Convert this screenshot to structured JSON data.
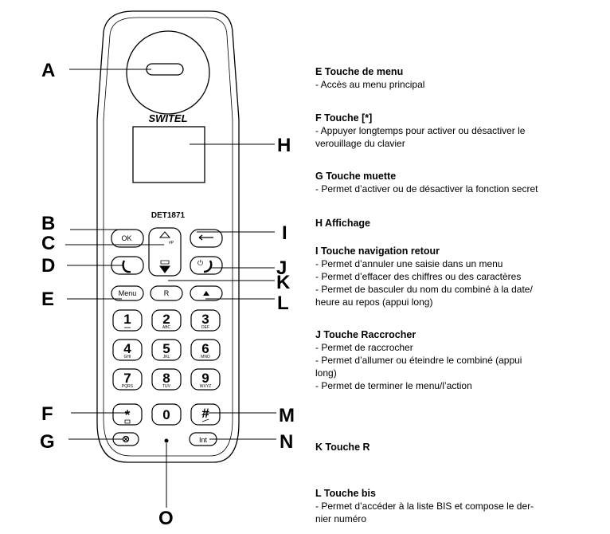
{
  "phone": {
    "brand": "SWITEL",
    "model": "DET1871",
    "keys": {
      "ok": "OK",
      "menu": "Menu",
      "r": "R",
      "int": "Int",
      "zero": "0",
      "star": "*",
      "hash": "#",
      "digits": [
        {
          "num": "1",
          "sub": ""
        },
        {
          "num": "2",
          "sub": "ABC"
        },
        {
          "num": "3",
          "sub": "DEF"
        },
        {
          "num": "4",
          "sub": "GHI"
        },
        {
          "num": "5",
          "sub": "JKL"
        },
        {
          "num": "6",
          "sub": "MNO"
        },
        {
          "num": "7",
          "sub": "PQRS"
        },
        {
          "num": "8",
          "sub": "TUV"
        },
        {
          "num": "9",
          "sub": "WXYZ"
        }
      ]
    }
  },
  "callouts": [
    "A",
    "B",
    "C",
    "D",
    "E",
    "F",
    "G",
    "H",
    "I",
    "J",
    "K",
    "L",
    "M",
    "N",
    "O"
  ],
  "legend": [
    {
      "title": "E Touche de menu",
      "lines": [
        "- Accès au menu principal"
      ]
    },
    {
      "title": "F Touche [*]",
      "lines": [
        "- Appuyer longtemps pour activer ou désactiver le",
        "verouillage du clavier"
      ]
    },
    {
      "title": "G Touche muette",
      "lines": [
        "- Permet d’activer ou de désactiver la fonction secret"
      ]
    },
    {
      "title": "H Affichage",
      "lines": []
    },
    {
      "title": "I Touche navigation retour",
      "lines": [
        "- Permet d’annuler une saisie dans un menu",
        "- Permet d’effacer des chiffres ou des caractères",
        "- Permet de basculer du nom du combiné à la date/",
        "heure au repos (appui long)"
      ]
    },
    {
      "title": "J Touche Raccrocher",
      "lines": [
        "- Permet de raccrocher",
        "- Permet d’allumer ou éteindre le combiné (appui",
        "long)",
        "- Permet de terminer le menu/l’action"
      ]
    },
    {
      "title": "K Touche R",
      "lines": []
    },
    {
      "title": "L Touche bis",
      "lines": [
        "- Permet d’accéder à la liste BIS et compose le der-",
        "nier numéro"
      ]
    }
  ]
}
